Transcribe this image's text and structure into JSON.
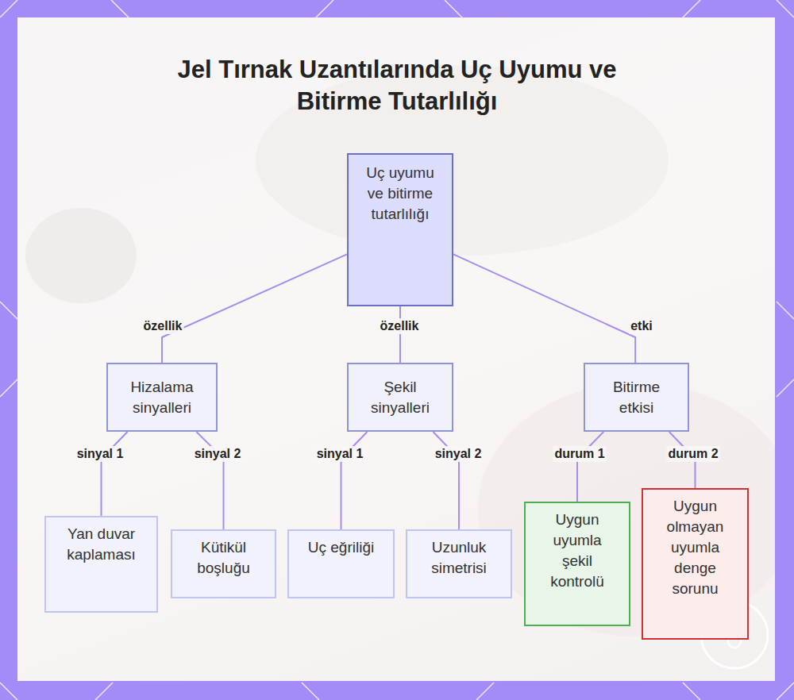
{
  "diagram": {
    "title": "Jel Tırnak Uzantılarında Uç Uyumu ve Bitirme Tutarlılığı",
    "nodes": [
      {
        "text": [
          "Uç uyumu ve bitirme tutarlılığı"
        ]
      },
      {
        "text": [
          "Hizalama sinyalleri"
        ]
      },
      {
        "text": [
          "Şekil sinyalleri"
        ]
      },
      {
        "text": [
          "Bitirme etkisi"
        ]
      },
      {
        "text": [
          "Yan duvar kaplaması"
        ]
      },
      {
        "text": [
          "Kütikül boşluğu"
        ]
      },
      {
        "text": [
          "Uç eğriliği"
        ]
      },
      {
        "text": [
          "Uzunluk simetrisi"
        ]
      },
      {
        "text": [
          "Uygun uyumla şekil kontrolü"
        ]
      },
      {
        "text": [
          "Uygun olmayan uyumla denge sorunu"
        ]
      }
    ],
    "edges": [
      {
        "from": 0,
        "to": 1,
        "label": "özellik",
        "arrow": "none"
      },
      {
        "from": 0,
        "to": 2,
        "label": "özellik",
        "arrow": "none"
      },
      {
        "from": 0,
        "to": 3,
        "label": "etki",
        "arrow": "none"
      },
      {
        "from": 1,
        "to": 4,
        "label": "sinyal 1",
        "arrow": "none"
      },
      {
        "from": 1,
        "to": 5,
        "label": "sinyal 2",
        "arrow": "none"
      },
      {
        "from": 2,
        "to": 6,
        "label": "sinyal 1",
        "arrow": "none"
      },
      {
        "from": 2,
        "to": 7,
        "label": "sinyal 2",
        "arrow": "none"
      },
      {
        "from": 3,
        "to": 8,
        "label": "durum 1",
        "arrow": "none"
      },
      {
        "from": 3,
        "to": 9,
        "label": "durum 2",
        "arrow": "none"
      }
    ]
  }
}
